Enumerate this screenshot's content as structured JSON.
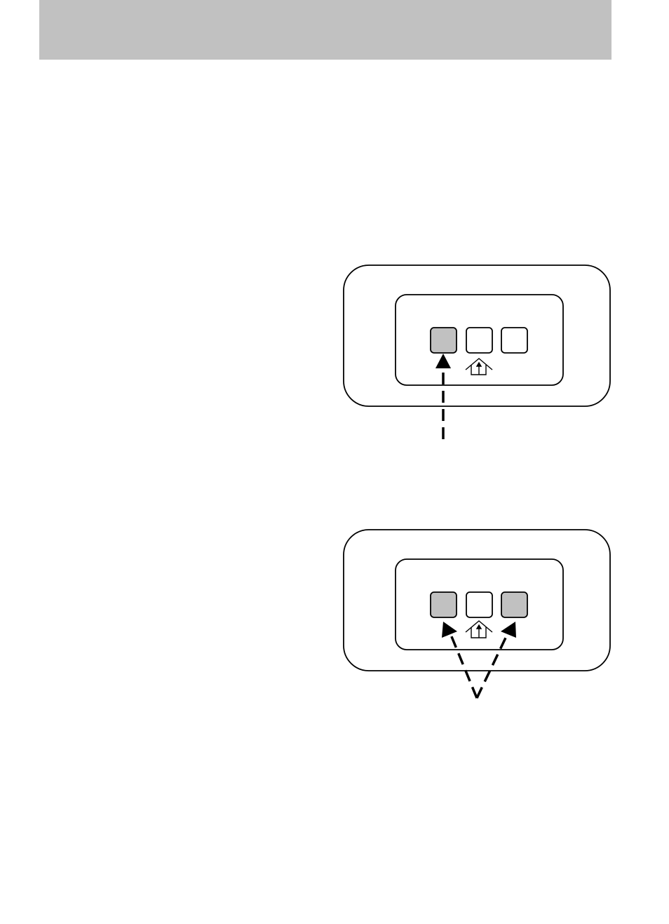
{
  "colors": {
    "header_band": "#c1c1c1",
    "outline": "#000000",
    "pressed_button": "#c1c1c1",
    "unpressed_button": "#ffffff"
  },
  "diagrams": [
    {
      "name": "press-first-button",
      "buttons": [
        {
          "position": "left",
          "highlighted": true
        },
        {
          "position": "middle",
          "highlighted": false
        },
        {
          "position": "right",
          "highlighted": false
        }
      ],
      "home_icon_under": "middle",
      "arrows": [
        "to-left-button"
      ]
    },
    {
      "name": "press-outer-buttons",
      "buttons": [
        {
          "position": "left",
          "highlighted": true
        },
        {
          "position": "middle",
          "highlighted": false
        },
        {
          "position": "right",
          "highlighted": true
        }
      ],
      "home_icon_under": "middle",
      "arrows": [
        "to-left-button",
        "to-right-button"
      ]
    }
  ]
}
